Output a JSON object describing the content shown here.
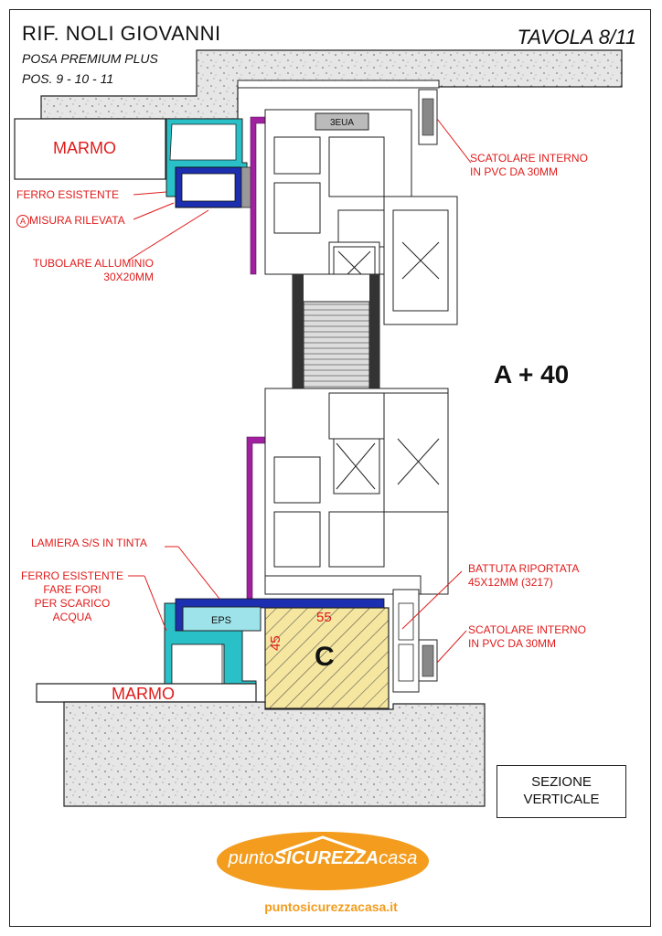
{
  "header": {
    "title": "RIF. NOLI GIOVANNI",
    "subtitle": "POSA PREMIUM PLUS",
    "positions": "POS. 9 - 10 - 11",
    "sheet": "TAVOLA 8/11"
  },
  "labels": {
    "marmo_top": "MARMO",
    "marmo_bottom": "MARMO",
    "ferro_esistente": "FERRO ESISTENTE",
    "misura_mark": "A",
    "misura_rilevata": "MISURA RILEVATA",
    "tubolare_1": "TUBOLARE ALLUMINIO",
    "tubolare_2": "30X20MM",
    "scatolare_top_1": "SCATOLARE INTERNO",
    "scatolare_top_2": "IN PVC DA 30MM",
    "lamiera": "LAMIERA S/S IN TINTA",
    "ferro_bottom_1": "FERRO ESISTENTE",
    "ferro_bottom_2": "FARE FORI",
    "ferro_bottom_3": "PER SCARICO",
    "ferro_bottom_4": "ACQUA",
    "battuta_1": "BATTUTA RIPORTATA",
    "battuta_2": "45X12MM (3217)",
    "scatolare_bottom_1": "SCATOLARE INTERNO",
    "scatolare_bottom_2": "IN PVC DA 30MM",
    "a_plus": "A + 40",
    "dim_55": "55",
    "dim_45": "45",
    "block_c": "C",
    "eps_top": "3EUA",
    "eps_bottom": "EPS",
    "sezione_1": "SEZIONE",
    "sezione_2": "VERTICALE"
  },
  "brand": {
    "logo_pre": "punto",
    "logo_mid": "SICUREZZA",
    "logo_post": "casa",
    "url": "puntosicurezzacasa.it",
    "orange": "#f39c1d"
  },
  "colors": {
    "annotation": "#e01b1b",
    "aluminium": "#2ac0c8",
    "tube": "#1b2fb0",
    "purple": "#a020a0",
    "yellow": "#f5e6a0"
  }
}
